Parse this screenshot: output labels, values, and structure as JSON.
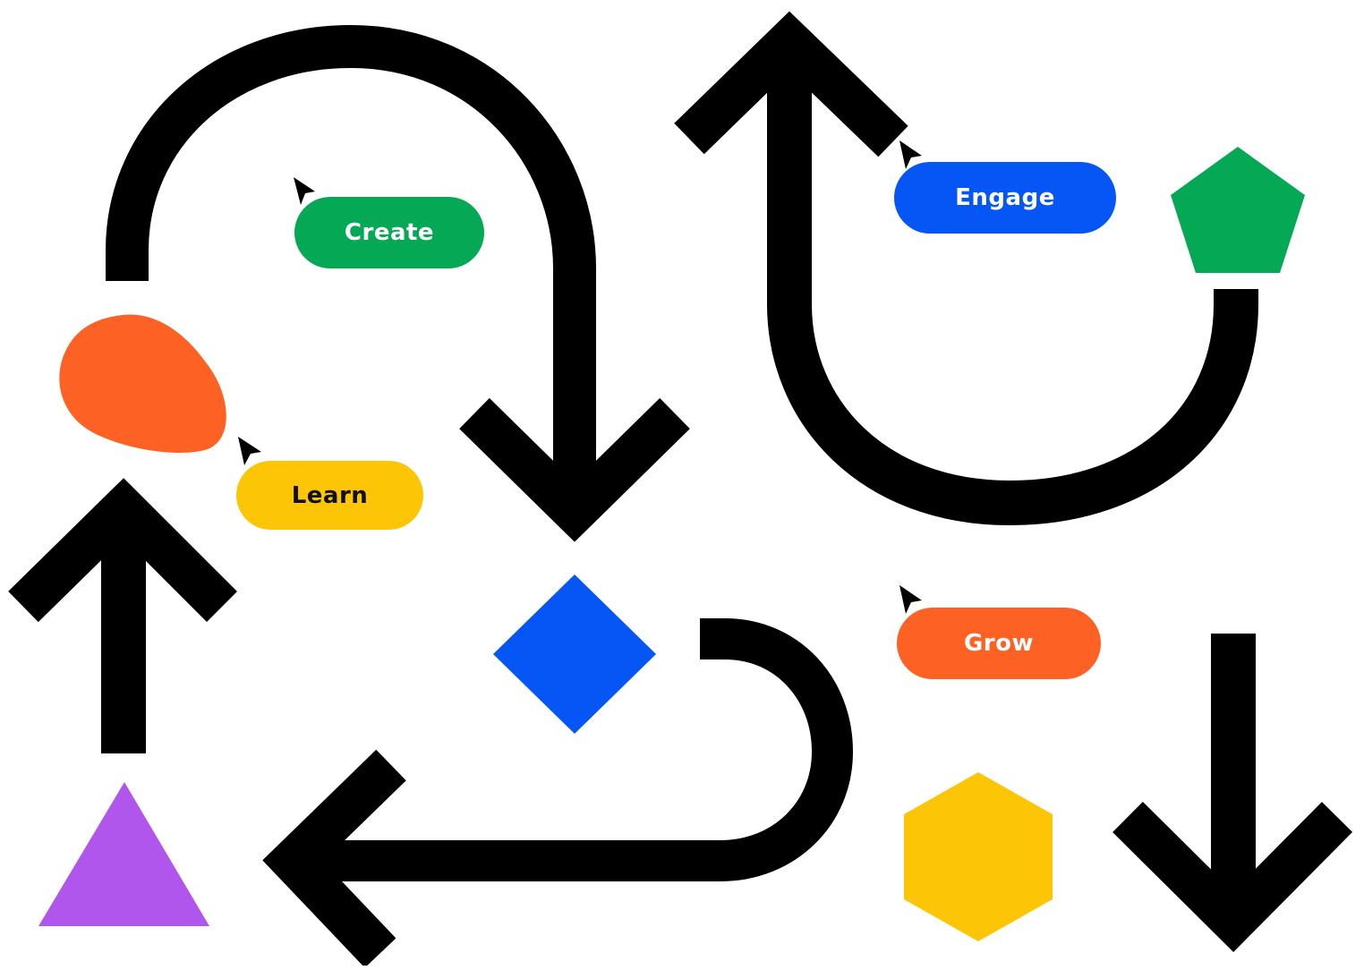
{
  "labels": {
    "create": "Create",
    "engage": "Engage",
    "learn": "Learn",
    "grow": "Grow"
  },
  "colors": {
    "create_bg": "#05A854",
    "create_text": "#FFFFFF",
    "engage_bg": "#0656F5",
    "engage_text": "#FFFFFF",
    "learn_bg": "#FCC606",
    "learn_text": "#111111",
    "grow_bg": "#FD6224",
    "grow_text": "#FFFFFF",
    "arrow": "#000000",
    "cursor": "#000000",
    "blob": "#FD6224",
    "pentagon": "#05A854",
    "diamond": "#0656F5",
    "hexagon": "#FCC606",
    "triangle": "#B156EC"
  },
  "icons": {
    "cursor": "mouse-pointer-icon",
    "arrows": "curved-arrow-icon",
    "shapes": [
      "blob",
      "pentagon",
      "diamond",
      "hexagon",
      "triangle"
    ]
  }
}
